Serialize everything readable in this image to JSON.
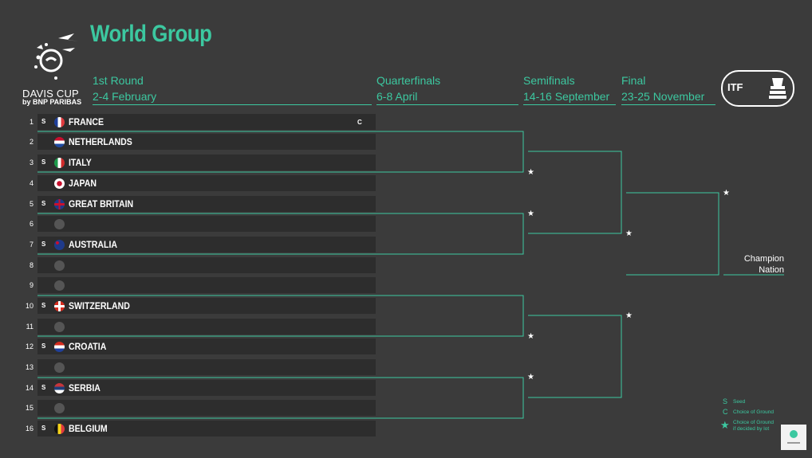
{
  "title": "World Group",
  "logo": {
    "line1": "DAVIS CUP",
    "line2": "by BNP PARIBAS"
  },
  "rounds": [
    {
      "label": "1st Round",
      "dates": "2-4 February"
    },
    {
      "label": "Quarterfinals",
      "dates": "6-8 April"
    },
    {
      "label": "Semifinals",
      "dates": "14-16 September"
    },
    {
      "label": "Final",
      "dates": "23-25 November"
    }
  ],
  "itf_badge": "ITF",
  "draw": [
    {
      "num": "1",
      "seed": "S",
      "country": "FRANCE",
      "choice": "C",
      "flag": "france-flag"
    },
    {
      "num": "2",
      "seed": "",
      "country": "NETHERLANDS",
      "choice": "",
      "flag": "netherlands-flag"
    },
    {
      "num": "3",
      "seed": "S",
      "country": "ITALY",
      "choice": "",
      "flag": "italy-flag"
    },
    {
      "num": "4",
      "seed": "",
      "country": "JAPAN",
      "choice": "",
      "flag": "japan-flag"
    },
    {
      "num": "5",
      "seed": "S",
      "country": "GREAT BRITAIN",
      "choice": "",
      "flag": "great-britain-flag"
    },
    {
      "num": "6",
      "seed": "",
      "country": "",
      "choice": "",
      "flag": ""
    },
    {
      "num": "7",
      "seed": "S",
      "country": "AUSTRALIA",
      "choice": "",
      "flag": "australia-flag"
    },
    {
      "num": "8",
      "seed": "",
      "country": "",
      "choice": "",
      "flag": ""
    },
    {
      "num": "9",
      "seed": "",
      "country": "",
      "choice": "",
      "flag": ""
    },
    {
      "num": "10",
      "seed": "S",
      "country": "SWITZERLAND",
      "choice": "",
      "flag": "switzerland-flag"
    },
    {
      "num": "11",
      "seed": "",
      "country": "",
      "choice": "",
      "flag": ""
    },
    {
      "num": "12",
      "seed": "S",
      "country": "CROATIA",
      "choice": "",
      "flag": "croatia-flag"
    },
    {
      "num": "13",
      "seed": "",
      "country": "",
      "choice": "",
      "flag": ""
    },
    {
      "num": "14",
      "seed": "S",
      "country": "SERBIA",
      "choice": "",
      "flag": "serbia-flag"
    },
    {
      "num": "15",
      "seed": "",
      "country": "",
      "choice": "",
      "flag": ""
    },
    {
      "num": "16",
      "seed": "S",
      "country": "BELGIUM",
      "choice": "",
      "flag": "belgium-flag"
    }
  ],
  "star_symbol": "★",
  "champion": {
    "line1": "Champion",
    "line2": "Nation"
  },
  "legend": {
    "seed_symbol": "S",
    "seed_text": "Seed",
    "choice_symbol": "C",
    "choice_text": "Choice of Ground",
    "lot_line1": "Choice of Ground",
    "lot_line2": "if decided by lot"
  },
  "colors": {
    "accent": "#3cc8a0",
    "background": "#3b3b3b",
    "slot": "#2d2d2d"
  }
}
